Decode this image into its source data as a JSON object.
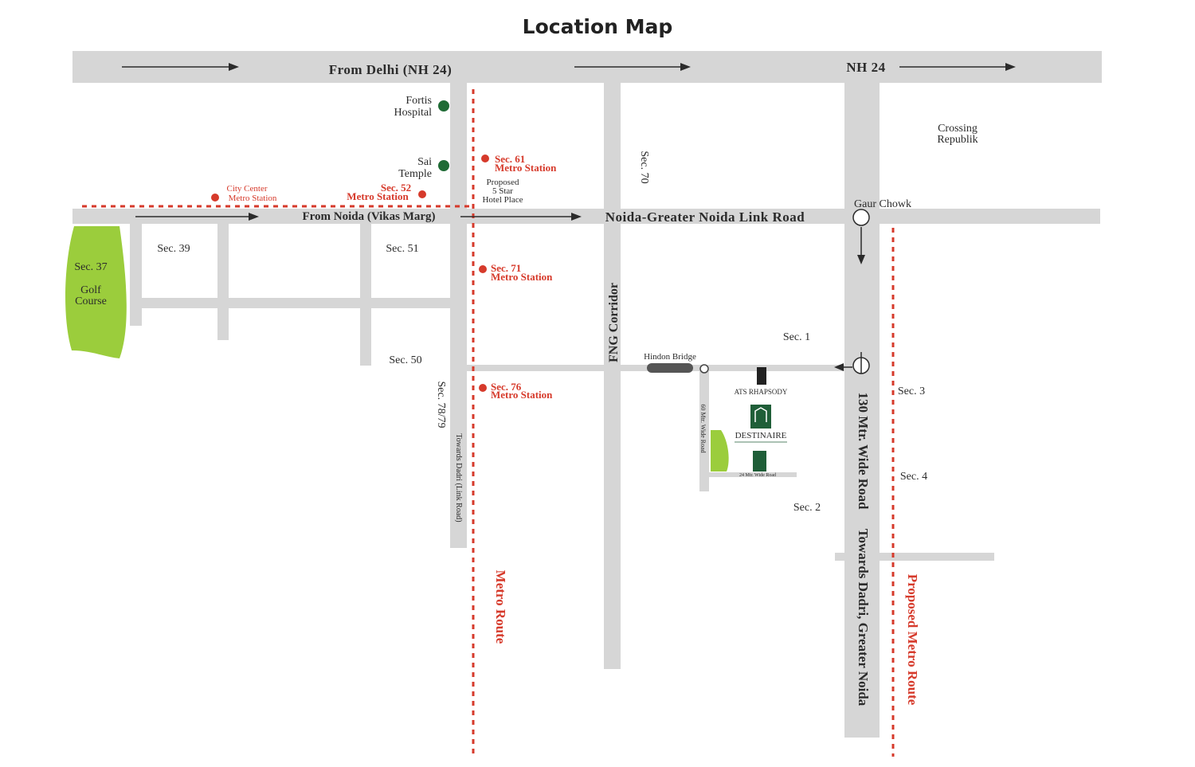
{
  "title": "Location Map",
  "roads": {
    "nh24_left": "From Delhi (NH 24)",
    "nh24_right": "NH 24",
    "vikas_marg": "From Noida (Vikas Marg)",
    "link_road": "Noida-Greater Noida Link Road",
    "fng": "FNG Corridor",
    "wide_130": "130 Mtr. Wide Road",
    "towards_dadri_gn": "Towards Dadri, Greater Noida",
    "towards_dadri_link": "Towards Dadri (Link Road)",
    "wide_60": "60 Mtr. Wide Road",
    "wide_24": "24 Mtr. Wide Road"
  },
  "sectors": {
    "sec37": "Sec. 37",
    "golf1": "Golf",
    "golf2": "Course",
    "sec39": "Sec. 39",
    "sec51": "Sec. 51",
    "sec50": "Sec. 50",
    "sec7879": "Sec. 78/79",
    "sec70": "Sec. 70",
    "sec1": "Sec. 1",
    "sec2": "Sec. 2",
    "sec3": "Sec. 3",
    "sec4": "Sec. 4"
  },
  "places": {
    "fortis1": "Fortis",
    "fortis2": "Hospital",
    "sai1": "Sai",
    "sai2": "Temple",
    "hotel1": "Proposed",
    "hotel2": "5 Star",
    "hotel3": "Hotel Place",
    "crossing1": "Crossing",
    "crossing2": "Republik",
    "gaur_chowk": "Gaur Chowk",
    "hindon_bridge": "Hindon Bridge",
    "ats_rhapsody": "ATS RHAPSODY",
    "destinaire": "DESTINAIRE"
  },
  "metro": {
    "city_center1": "City Center",
    "city_center2": "Metro Station",
    "sec52_1": "Sec. 52",
    "sec52_2": "Metro Station",
    "sec61_1": "Sec. 61",
    "sec61_2": "Metro Station",
    "sec71_1": "Sec. 71",
    "sec71_2": "Metro Station",
    "sec76_1": "Sec. 76",
    "sec76_2": "Metro Station",
    "metro_route": "Metro Route",
    "proposed_metro_route": "Proposed Metro Route"
  },
  "colors": {
    "road": "#d6d6d6",
    "metro": "#d63a2b",
    "hospital_dot": "#1f6b35",
    "golf": "#9bcd3c",
    "project": "#1f5e38"
  }
}
